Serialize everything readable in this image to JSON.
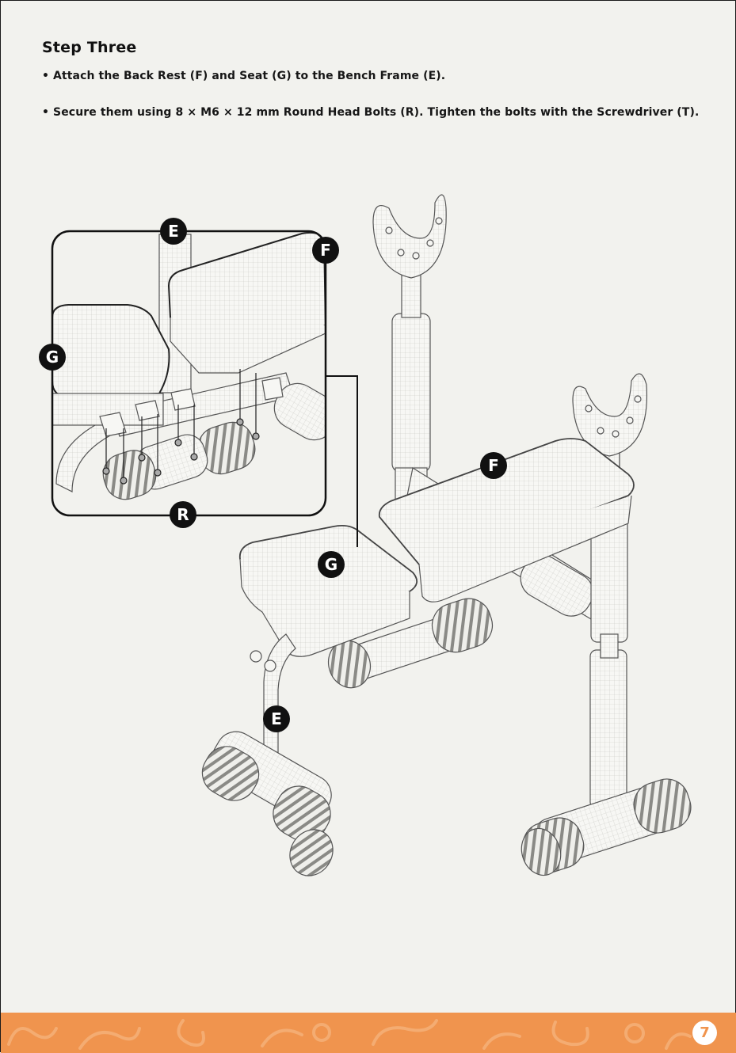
{
  "step_title": "Step Three",
  "instructions": [
    "• Attach the Back Rest (F) and Seat (G) to the Bench Frame (E).",
    "• Secure them using 8 × M6 × 12 mm Round Head Bolts (R). Tighten the bolts with the Screwdriver (T)."
  ],
  "callouts": {
    "inset_e": "E",
    "inset_f": "F",
    "inset_g": "G",
    "inset_r": "R",
    "main_f": "F",
    "main_g": "G",
    "main_e": "E"
  },
  "page_number": "7",
  "colors": {
    "accent": "#f0944e",
    "callout": "#111111",
    "background": "#f2f2ee"
  }
}
